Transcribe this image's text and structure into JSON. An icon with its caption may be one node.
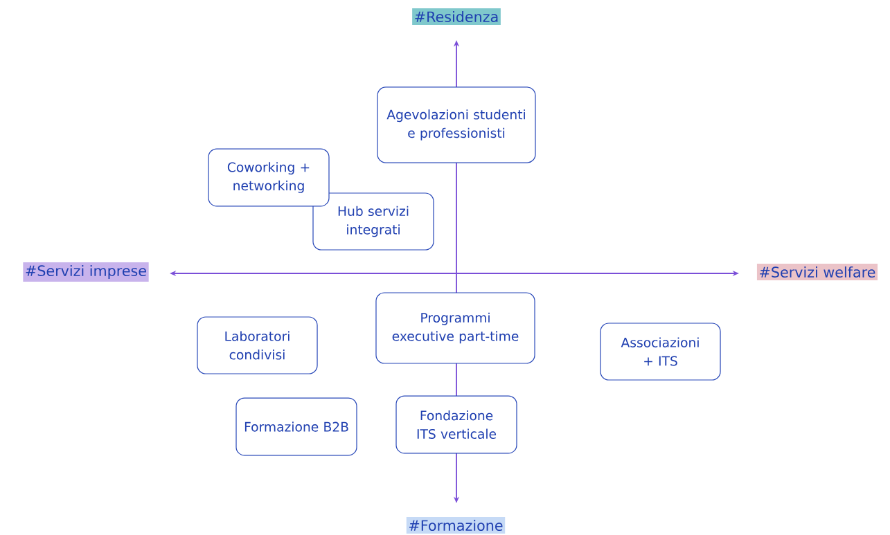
{
  "diagram": {
    "nodes": [
      {
        "text": [
          "Agevolazioni studenti e professionisti"
        ]
      },
      {
        "text": [
          "Coworking + networking"
        ]
      },
      {
        "text": [
          "Hub servizi integrati"
        ]
      },
      {
        "text": [
          "Programmi executive part-time"
        ]
      },
      {
        "text": [
          "Laboratori condivisi"
        ]
      },
      {
        "text": [
          "Associazioni + ITS"
        ]
      },
      {
        "text": [
          "Formazione B2B"
        ]
      },
      {
        "text": [
          "Fondazione ITS verticale"
        ]
      }
    ],
    "labels": [
      "#Residenza",
      "#Servizi imprese",
      "#Servizi welfare",
      "#Formazione"
    ]
  }
}
